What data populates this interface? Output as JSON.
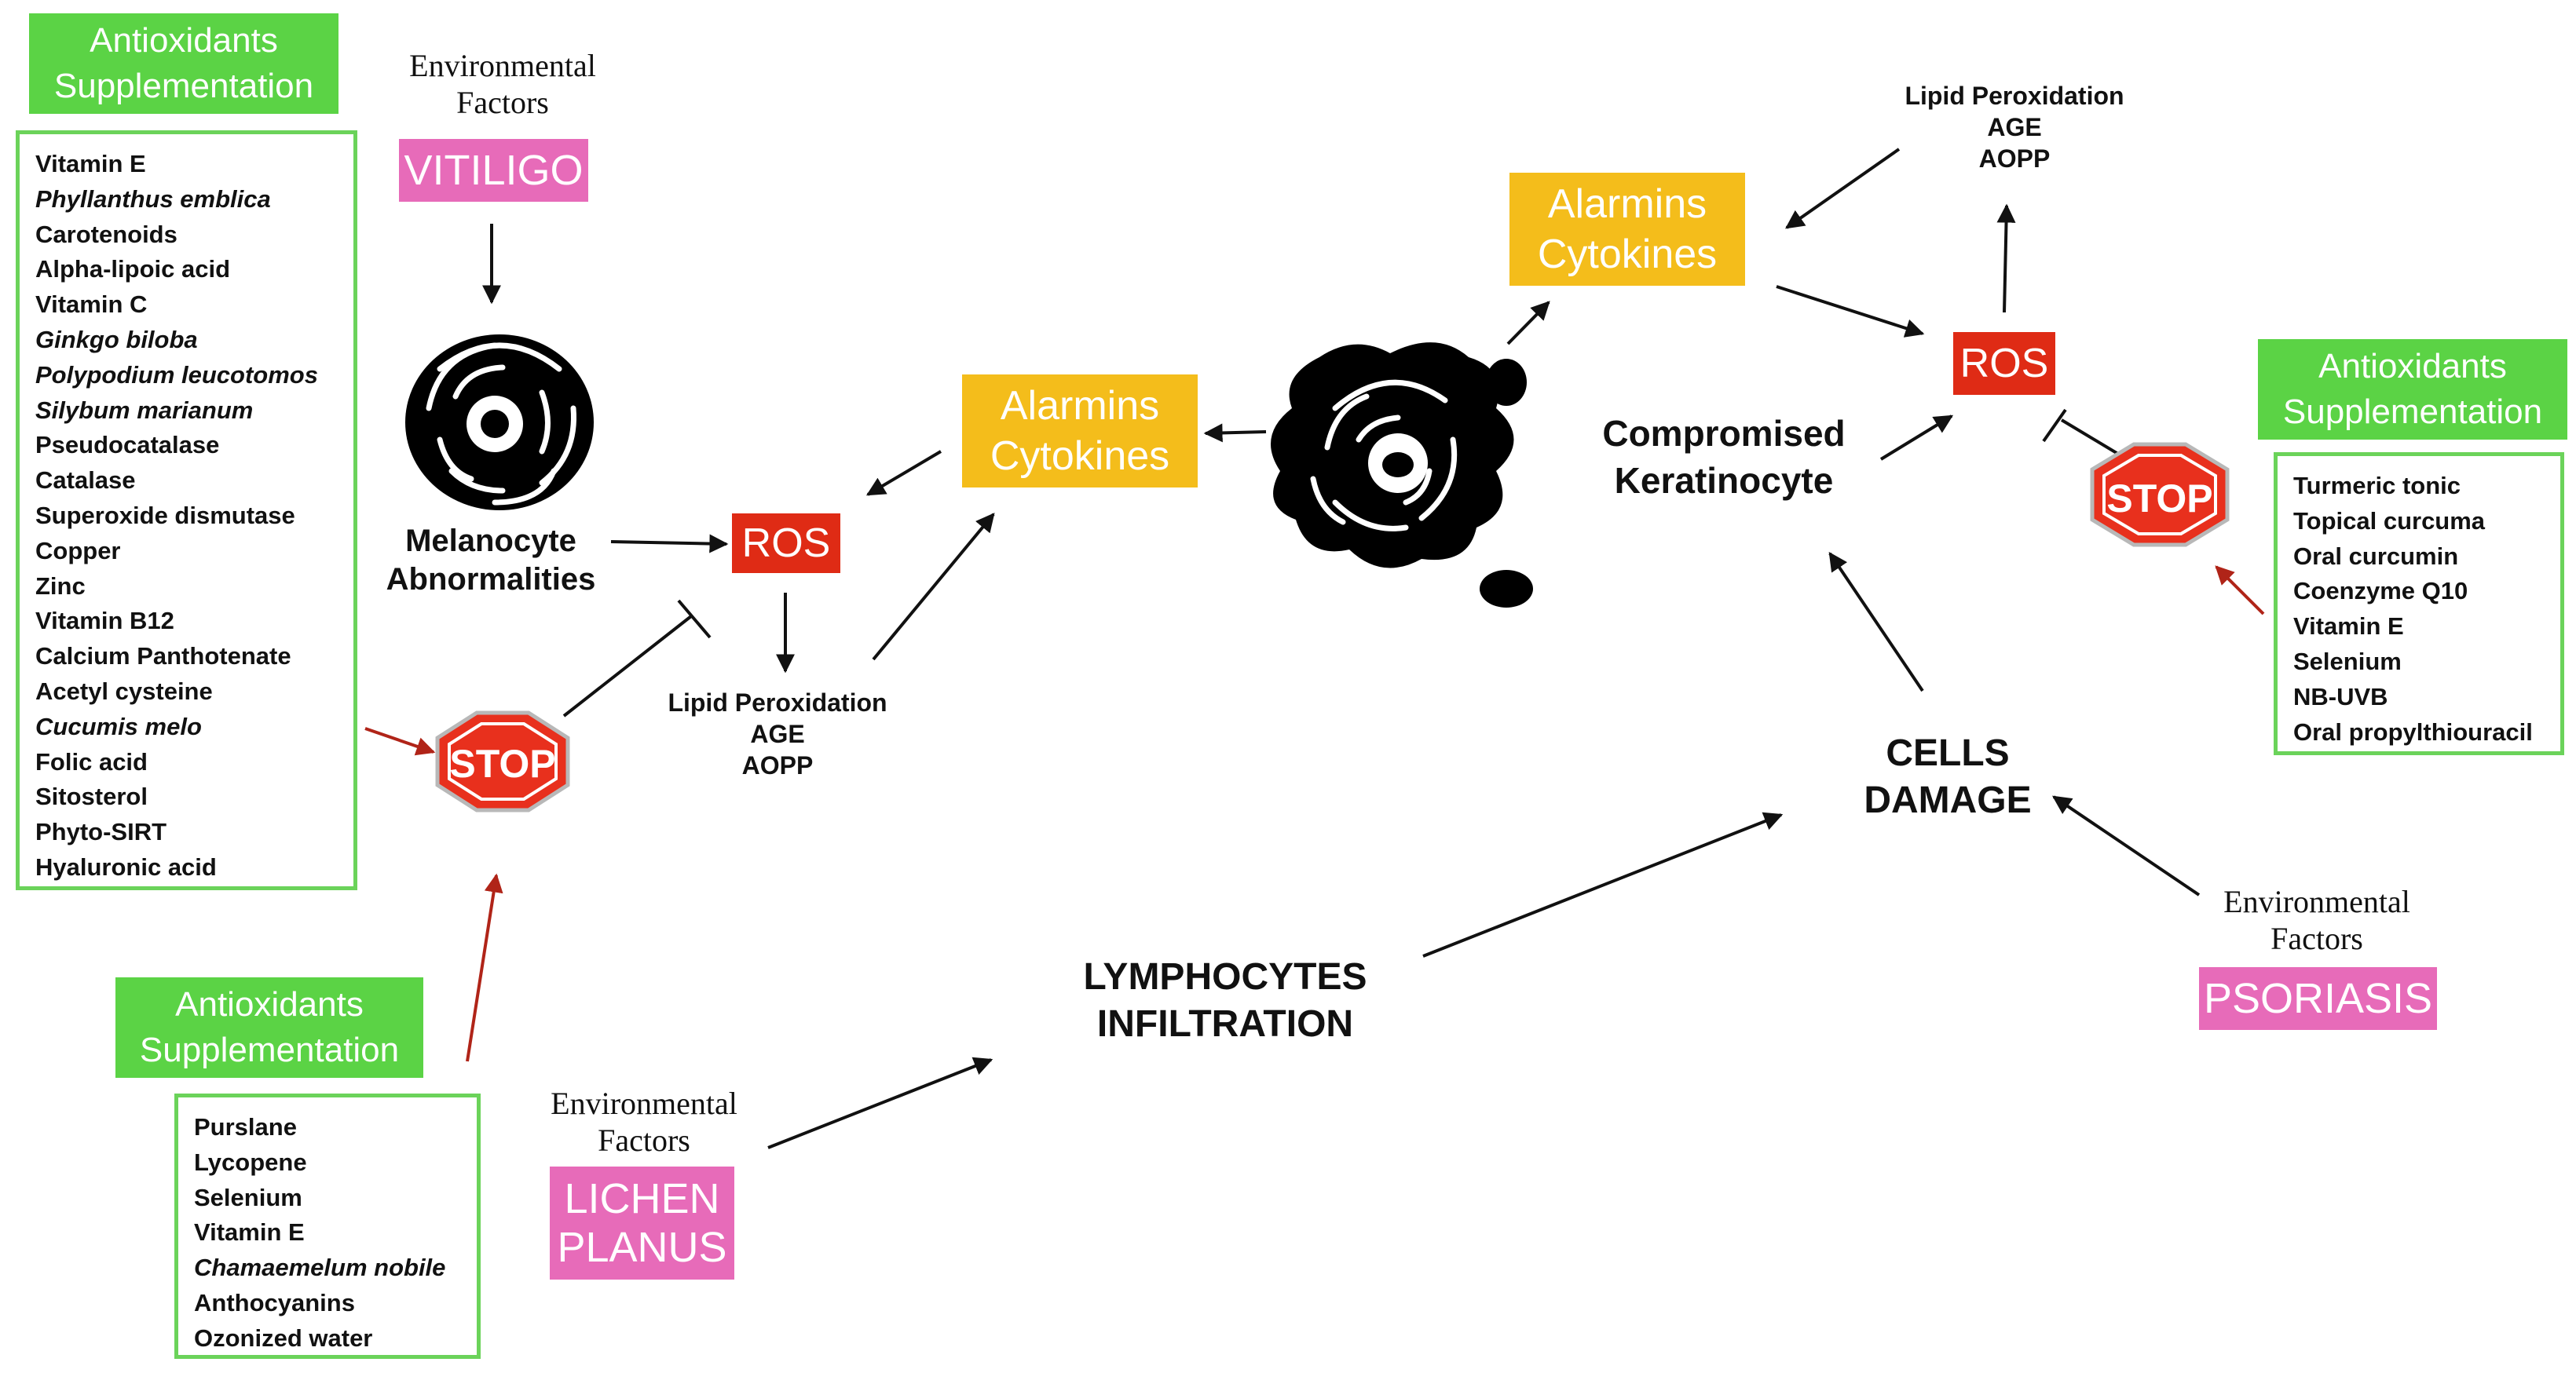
{
  "supplement_heading": [
    "Antioxidants",
    "Supplementation"
  ],
  "vitiligo": {
    "env_label": [
      "Environmental",
      "Factors"
    ],
    "disease": "VITILIGO",
    "antioxidants": [
      {
        "text": "Vitamin E",
        "italic": false
      },
      {
        "text": "Phyllanthus emblica",
        "italic": true
      },
      {
        "text": "Carotenoids",
        "italic": false
      },
      {
        "text": "Alpha-lipoic acid",
        "italic": false
      },
      {
        "text": "Vitamin C",
        "italic": false
      },
      {
        "text": "Ginkgo biloba",
        "italic": true
      },
      {
        "text": "Polypodium leucotomos",
        "italic": true
      },
      {
        "text": "Silybum marianum",
        "italic": true
      },
      {
        "text": "Pseudocatalase",
        "italic": false
      },
      {
        "text": "Catalase",
        "italic": false
      },
      {
        "text": "Superoxide dismutase",
        "italic": false
      },
      {
        "text": "Copper",
        "italic": false
      },
      {
        "text": "Zinc",
        "italic": false
      },
      {
        "text": "Vitamin B12",
        "italic": false
      },
      {
        "text": "Calcium Panthotenate",
        "italic": false
      },
      {
        "text": "Acetyl cysteine",
        "italic": false
      },
      {
        "text": "Cucumis melo",
        "italic": true
      },
      {
        "text": "Folic acid",
        "italic": false
      },
      {
        "text": "Sitosterol",
        "italic": false
      },
      {
        "text": "Phyto-SIRT",
        "italic": false
      },
      {
        "text": "Hyaluronic acid",
        "italic": false
      }
    ]
  },
  "lichen": {
    "env_label": [
      "Environmental",
      "Factors"
    ],
    "disease": [
      "LICHEN",
      "PLANUS"
    ],
    "antioxidants": [
      {
        "text": "Purslane",
        "italic": false
      },
      {
        "text": "Lycopene",
        "italic": false
      },
      {
        "text": "Selenium",
        "italic": false
      },
      {
        "text": "Vitamin E",
        "italic": false
      },
      {
        "text": "Chamaemelum nobile",
        "italic": true
      },
      {
        "text": "Anthocyanins",
        "italic": false
      },
      {
        "text": "Ozonized water",
        "italic": false
      }
    ]
  },
  "psoriasis": {
    "env_label": [
      "Environmental",
      "Factors"
    ],
    "disease": "PSORIASIS",
    "antioxidants": [
      {
        "text": "Turmeric tonic",
        "italic": false
      },
      {
        "text": "Topical curcuma",
        "italic": false
      },
      {
        "text": "Oral curcumin",
        "italic": false
      },
      {
        "text": "Coenzyme Q10",
        "italic": false
      },
      {
        "text": "Vitamin E",
        "italic": false
      },
      {
        "text": "Selenium",
        "italic": false
      },
      {
        "text": "NB-UVB",
        "italic": false
      },
      {
        "text": "Oral propylthiouracil",
        "italic": false
      }
    ]
  },
  "melanocyte_label": [
    "Melanocyte",
    "Abnormalities"
  ],
  "keratinocyte_label": [
    "Compromised",
    "Keratinocyte"
  ],
  "ros_label": "ROS",
  "alarmins_label": [
    "Alarmins",
    "Cytokines"
  ],
  "oxidation_products": [
    "Lipid Peroxidation",
    "AGE",
    "AOPP"
  ],
  "stop_label": "STOP",
  "cells_damage": [
    "CELLS",
    "DAMAGE"
  ],
  "lymphocytes": [
    "LYMPHOCYTES",
    "INFILTRATION"
  ],
  "colors": {
    "green": "#5bd345",
    "green_border": "#6bd35a",
    "pink": "#e76bb9",
    "orange": "#f4bd1b",
    "ros_red": "#df2b15",
    "stop_red": "#e8301d",
    "arrow_dark": "#111111",
    "arrow_red": "#b02418"
  }
}
